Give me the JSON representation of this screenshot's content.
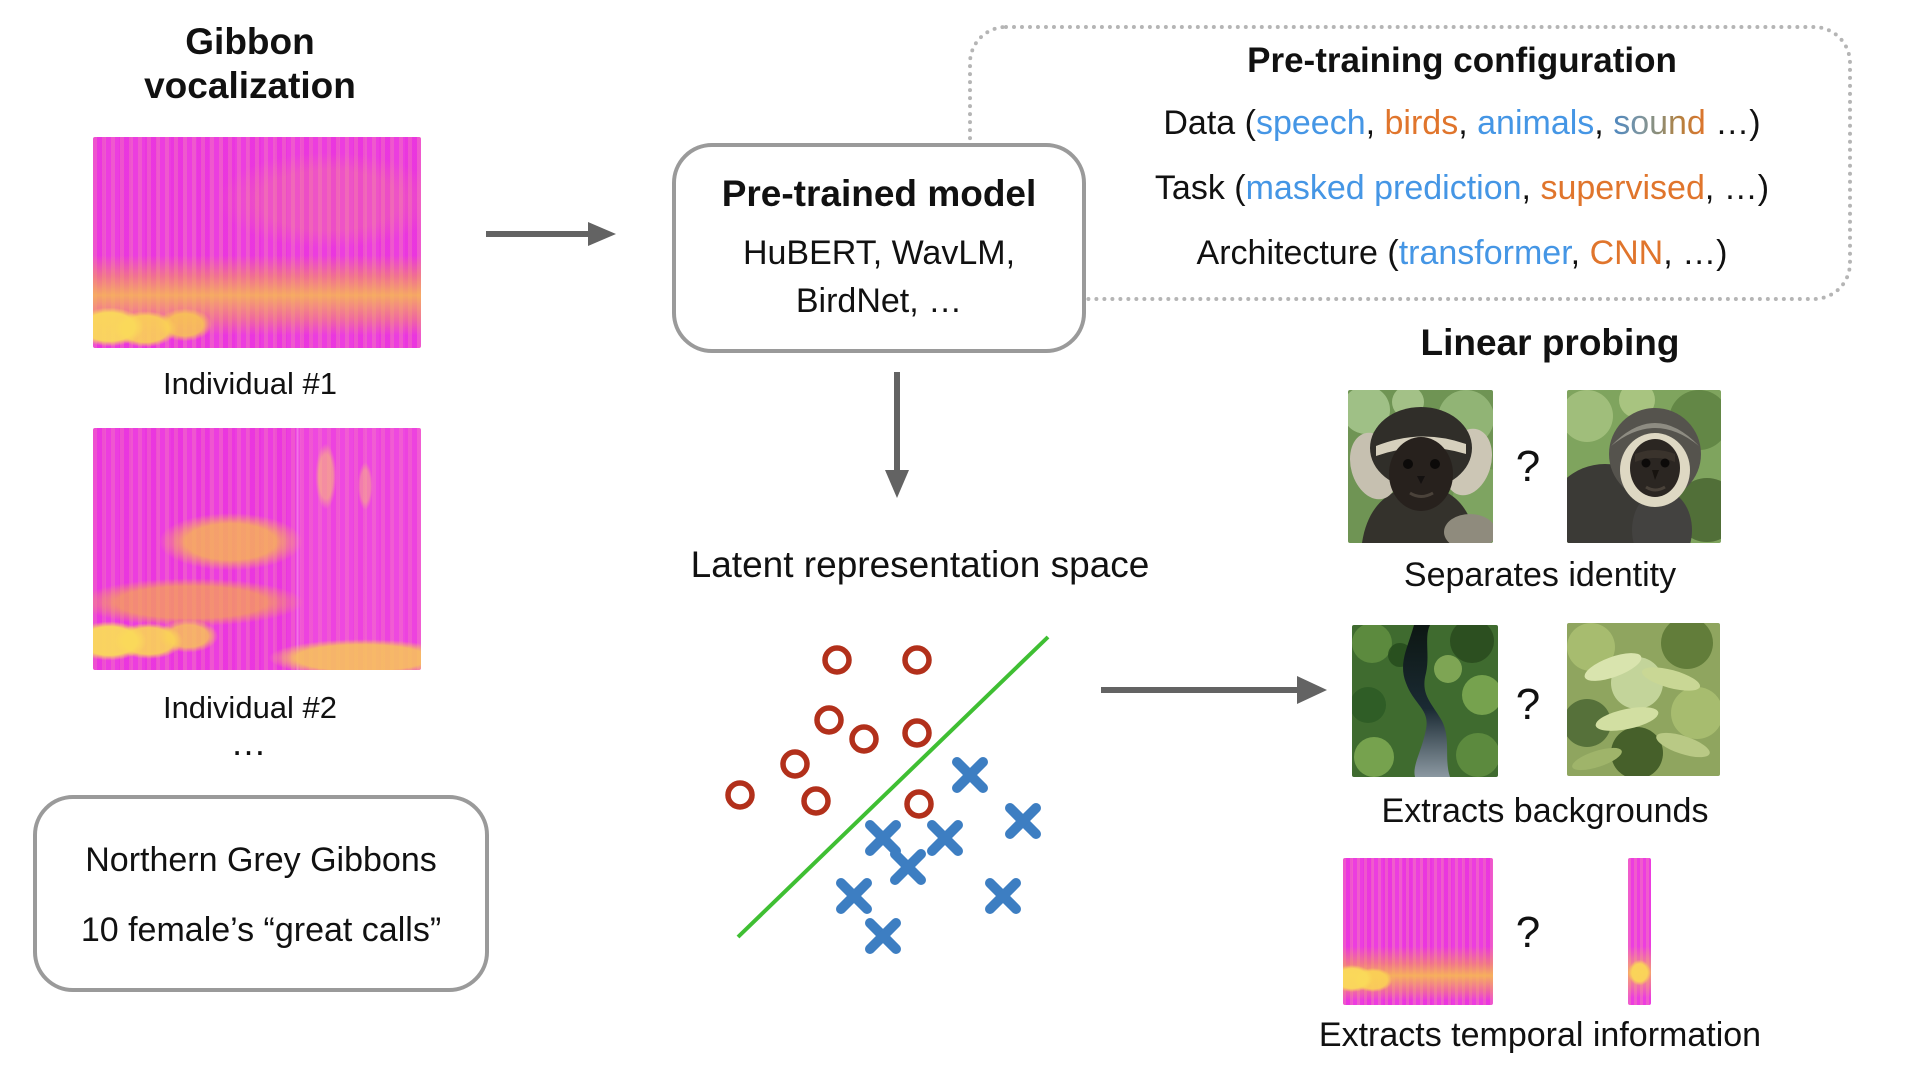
{
  "left_panel": {
    "title_line1": "Gibbon",
    "title_line2": "vocalization",
    "spectrogram1_label": "Individual #1",
    "spectrogram2_label": "Individual #2",
    "ellipsis": "…",
    "dataset_box": {
      "line1": "Northern Grey Gibbons",
      "line2": "10 female’s “great calls”"
    }
  },
  "model_box": {
    "title": "Pre-trained model",
    "line1": "HuBERT, WavLM,",
    "line2": "BirdNet, …"
  },
  "pretraining_box": {
    "title": "Pre-training configuration",
    "data_line": {
      "label": "Data (",
      "item1": "speech",
      "sep1": ", ",
      "item2": "birds",
      "sep2": ", ",
      "item3": "animals",
      "sep3": ", ",
      "item4": "sound",
      "end": " …)"
    },
    "task_line": {
      "label": "Task (",
      "item1": "masked prediction",
      "sep1": ", ",
      "item2": "supervised",
      "end": ", …)"
    },
    "arch_line": {
      "label": "Architecture (",
      "item1": "transformer",
      "sep1": ", ",
      "item2": "CNN",
      "end": ", …)"
    }
  },
  "latent_space": {
    "label": "Latent representation space",
    "scatter": {
      "circles": [
        [
          147,
          45
        ],
        [
          227,
          45
        ],
        [
          139,
          105
        ],
        [
          174,
          124
        ],
        [
          227,
          118
        ],
        [
          105,
          149
        ],
        [
          50,
          180
        ],
        [
          126,
          186
        ],
        [
          229,
          189
        ]
      ],
      "crosses": [
        [
          280,
          160
        ],
        [
          333,
          206
        ],
        [
          193,
          223
        ],
        [
          255,
          223
        ],
        [
          218,
          252
        ],
        [
          164,
          281
        ],
        [
          313,
          281
        ],
        [
          193,
          321
        ]
      ],
      "boundary": [
        48,
        322,
        358,
        22
      ],
      "circle_color": "#b2301b",
      "cross_color": "#3d7ec2",
      "line_color": "#3fbf33"
    }
  },
  "probing": {
    "title": "Linear probing",
    "rows": [
      {
        "question_mark": "?",
        "caption": "Separates identity"
      },
      {
        "question_mark": "?",
        "caption": "Extracts backgrounds"
      },
      {
        "question_mark": "?",
        "caption": "Extracts temporal information"
      }
    ]
  },
  "colors": {
    "accent_blue": "#4596e5",
    "accent_orange": "#e0752c",
    "scatter_red": "#b2301b",
    "scatter_blue": "#3d7ec2",
    "boundary_green": "#3fbf33",
    "arrow_gray": "#636363",
    "box_border_gray": "#9a9a9a",
    "spectrogram_magenta": "#ec3ddf"
  }
}
